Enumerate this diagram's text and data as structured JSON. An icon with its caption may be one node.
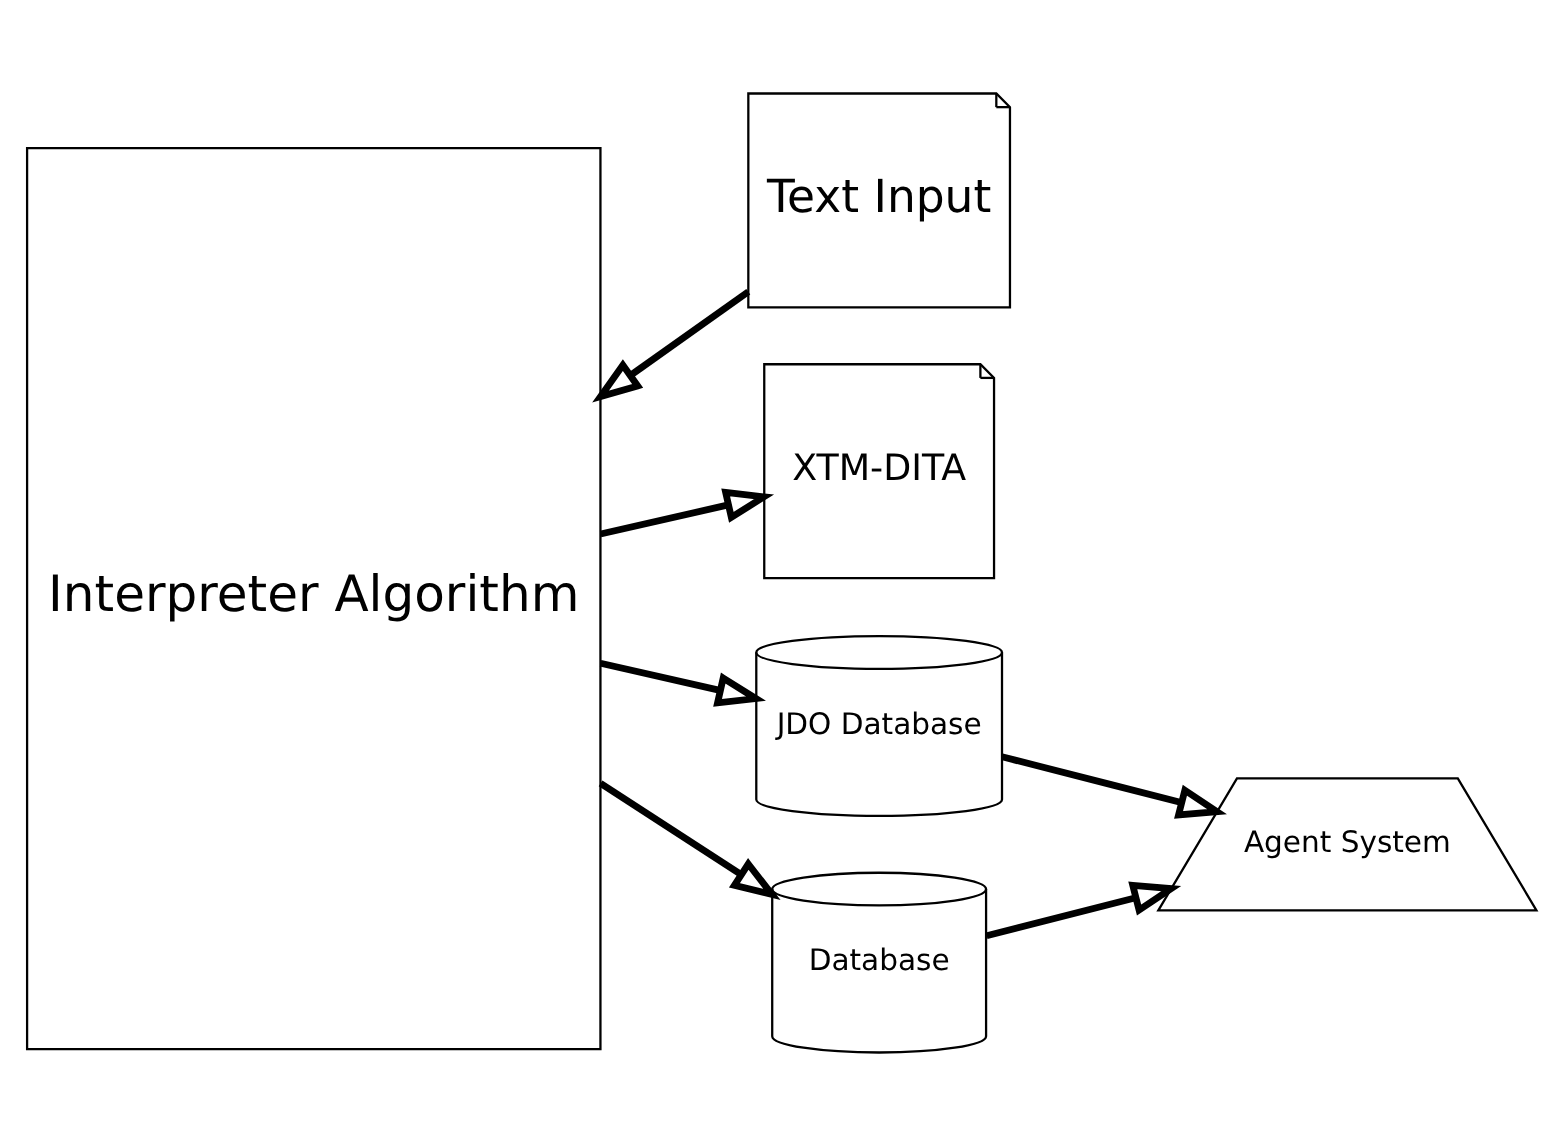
{
  "diagram": {
    "nodes": [
      {
        "text": [
          "Interpreter Algorithm"
        ]
      },
      {
        "text": [
          "Text Input"
        ]
      },
      {
        "text": [
          "XTM-DITA"
        ]
      },
      {
        "text": [
          "JDO Database"
        ]
      },
      {
        "text": [
          "Database"
        ]
      },
      {
        "text": [
          "Agent System"
        ]
      }
    ],
    "edges": [
      {
        "from": 1,
        "to": 0,
        "arrow": "to"
      },
      {
        "from": 0,
        "to": 2,
        "arrow": "to"
      },
      {
        "from": 0,
        "to": 3,
        "arrow": "to"
      },
      {
        "from": 0,
        "to": 4,
        "arrow": "to"
      },
      {
        "from": 3,
        "to": 5,
        "arrow": "to"
      },
      {
        "from": 4,
        "to": 5,
        "arrow": "to"
      }
    ]
  }
}
